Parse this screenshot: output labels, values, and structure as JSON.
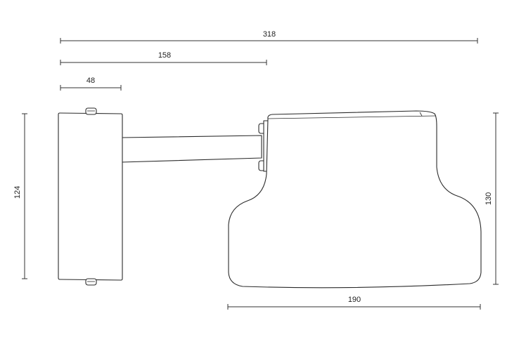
{
  "dimensions": {
    "overall_width": "318",
    "arm_length": "158",
    "base_depth": "48",
    "base_height": "124",
    "shade_height": "130",
    "shade_diameter": "190"
  }
}
